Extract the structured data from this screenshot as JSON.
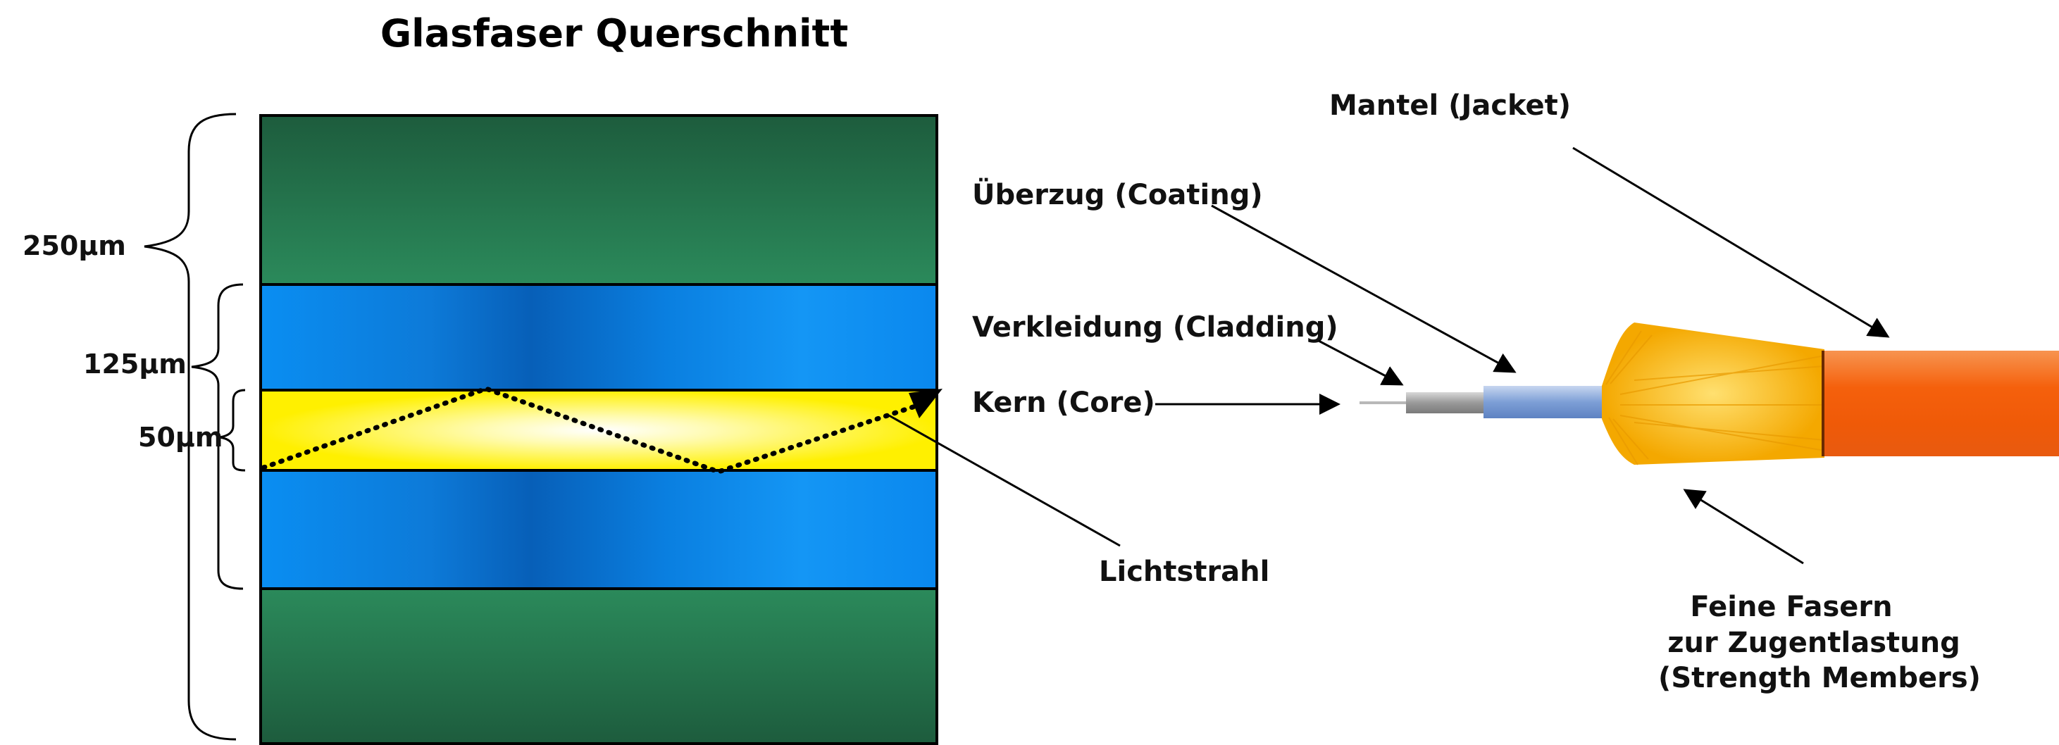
{
  "title": "Glasfaser Querschnitt",
  "dimensions": {
    "d250": "250µm",
    "d125": "125µm",
    "d50": "50µm"
  },
  "labels": {
    "jacket": "Mantel (Jacket)",
    "coating": "Überzug (Coating)",
    "cladding": "Verkleidung (Cladding)",
    "core": "Kern (Core)",
    "light_ray": "Lichtstrahl",
    "strength_line1": "Feine Fasern",
    "strength_line2": "zur Zugentlastung",
    "strength_line3": "(Strength Members)"
  },
  "colors": {
    "coating_layer": "#1f6b47",
    "cladding_layer": "#1e8ff0",
    "core_layer": "#fff200",
    "jacket_tube": "#f26a10",
    "strength_fibers": "#f5b400",
    "inner_coating": "#8aa8dc",
    "bare_fiber": "#9a9a9a"
  }
}
